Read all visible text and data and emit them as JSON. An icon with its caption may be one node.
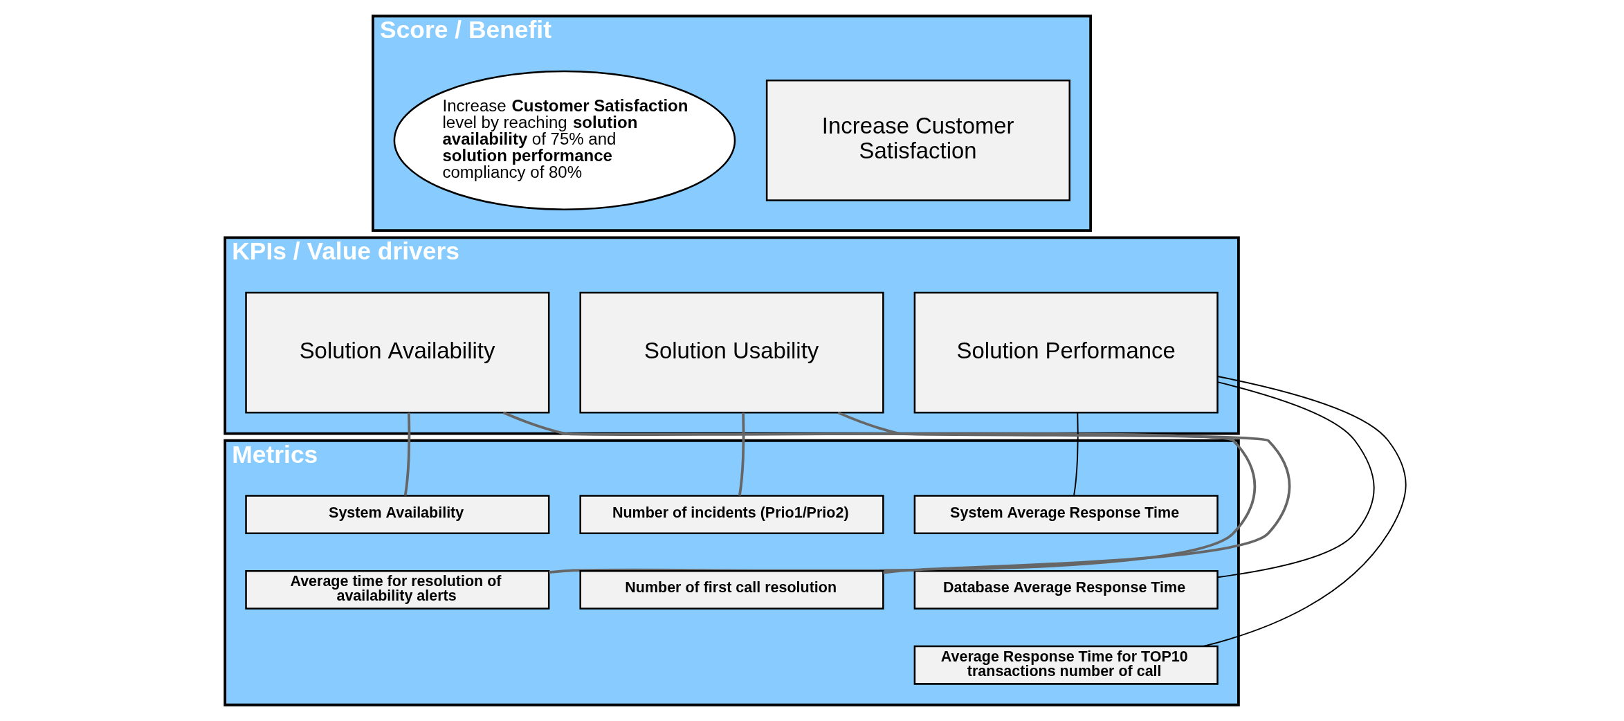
{
  "diagram": {
    "nodes": [
      {
        "text": [
          "Score / Benefit"
        ]
      },
      {
        "text": [
          "Increase Customer Satisfaction"
        ],
        "in": 0
      },
      {
        "text": [
          "Increase **Customer Satisfaction** level by reaching **solution availability** of 75% and **solution performance** compliancy of 80%"
        ],
        "in": 0
      },
      {
        "text": [
          "KPIs / Value drivers"
        ]
      },
      {
        "text": [
          "Solution Availability"
        ],
        "in": 3
      },
      {
        "text": [
          "Solution Performance"
        ],
        "in": 3
      },
      {
        "text": [
          "Solution Usability"
        ],
        "in": 3
      },
      {
        "text": [
          "Metrics"
        ]
      },
      {
        "text": [
          "System Availability"
        ],
        "in": 7
      },
      {
        "text": [
          "Average time for resolution of availability alerts"
        ],
        "in": 7
      },
      {
        "text": [
          "System Average Response Time"
        ],
        "in": 7
      },
      {
        "text": [
          "Database Average Response Time"
        ],
        "in": 7
      },
      {
        "text": [
          "Average Response Time for TOP10 transactions number of call"
        ],
        "in": 7
      },
      {
        "text": [
          "Number of incidents (Prio1/Prio2)"
        ],
        "in": 7
      },
      {
        "text": [
          "Number of first call resolution"
        ],
        "in": 7
      }
    ],
    "edges": [
      {
        "from": 4,
        "to": 8,
        "arrow": "none"
      },
      {
        "from": 4,
        "to": 9,
        "arrow": "none"
      },
      {
        "from": 5,
        "to": 10,
        "arrow": "none",
        "color": "#000000"
      },
      {
        "from": 5,
        "to": 11,
        "arrow": "none",
        "color": "#000000"
      },
      {
        "from": 5,
        "to": 12,
        "arrow": "none",
        "color": "#000000"
      },
      {
        "from": 6,
        "to": 13,
        "arrow": "none"
      },
      {
        "from": 6,
        "to": 14,
        "arrow": "none"
      }
    ]
  }
}
